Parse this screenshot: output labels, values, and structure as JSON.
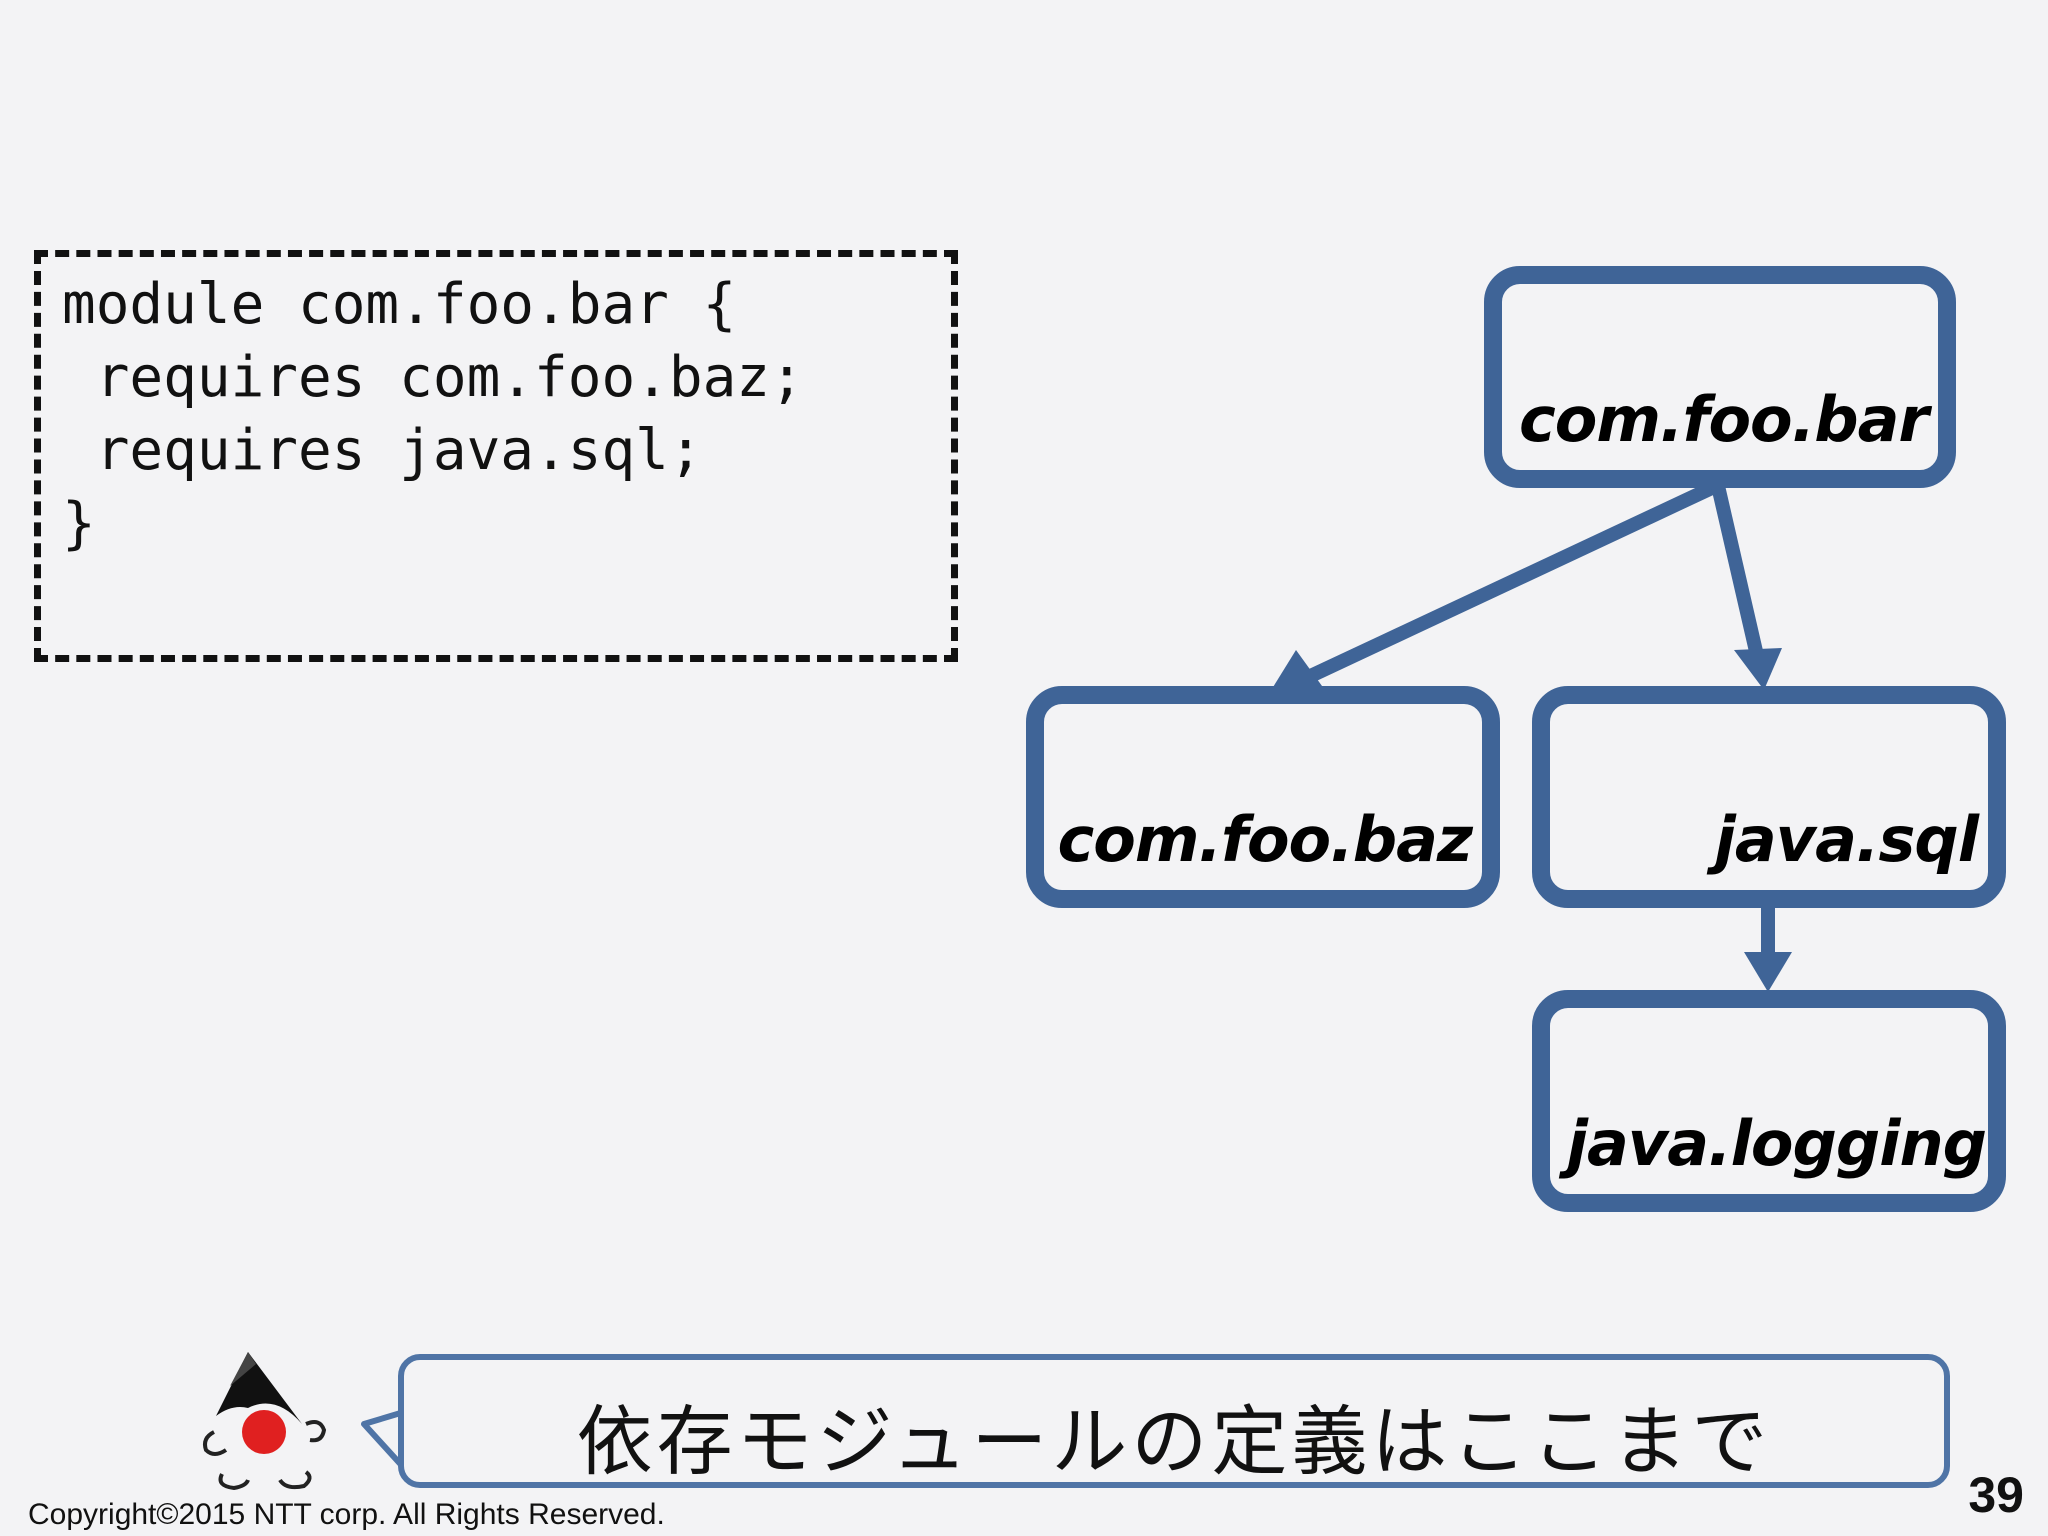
{
  "code": {
    "lines": [
      "module com.foo.bar {",
      " requires com.foo.baz;",
      " requires java.sql;",
      "}"
    ]
  },
  "modules": {
    "bar": "com.foo.bar",
    "baz": "com.foo.baz",
    "sql": "java.sql",
    "logging": "java.logging"
  },
  "dependencies": [
    {
      "from": "com.foo.bar",
      "to": "com.foo.baz"
    },
    {
      "from": "com.foo.bar",
      "to": "java.sql"
    },
    {
      "from": "java.sql",
      "to": "java.logging"
    }
  ],
  "bubble": {
    "text": "依存モジュールの定義はここまで"
  },
  "footer": {
    "copyright": "Copyright©2015  NTT corp. All Rights Reserved.",
    "page_number": "39"
  },
  "colors": {
    "box_border": "#3f6497",
    "bubble_border": "#4f74a6",
    "background": "#f3f3f5",
    "mascot_red": "#e02020"
  }
}
